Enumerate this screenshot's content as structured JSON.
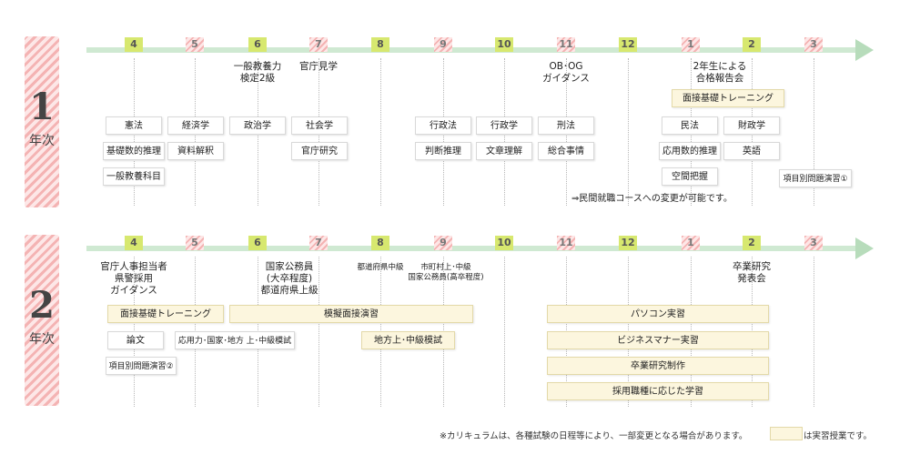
{
  "months": [
    "4",
    "5",
    "6",
    "7",
    "8",
    "9",
    "10",
    "11",
    "12",
    "1",
    "2",
    "3"
  ],
  "year1": {
    "number": "1",
    "label": "年次",
    "notes": {
      "jun": "一般教養力\n検定2級",
      "jul": "官庁見学",
      "nov": "OB･OG\nガイダンス",
      "feb": "2年生による\n合格報告会"
    },
    "banner": "面接基礎トレーニング",
    "items": {
      "kenpo": "憲法",
      "keizaigaku": "経済学",
      "seijigaku": "政治学",
      "shakaigaku": "社会学",
      "gyoseiho": "行政法",
      "gyoseigaku": "行政学",
      "keiho": "刑法",
      "minpo": "民法",
      "zaiseigaku": "財政学",
      "kiso_suiri": "基礎数的推理",
      "shiryo": "資料解釈",
      "kancho_kenkyu": "官庁研究",
      "handan": "判断推理",
      "bunsho": "文章理解",
      "sogo": "総合事情",
      "oyo_suiri": "応用数的推理",
      "eigo": "英語",
      "ippan": "一般教養科目",
      "kukan": "空間把握",
      "komoku1": "項目別問題演習①"
    },
    "change_note": "⇒民間就職コースへの変更が可能です。"
  },
  "year2": {
    "number": "2",
    "label": "年次",
    "notes": {
      "apr": "官庁人事担当者\n県警採用\nガイダンス",
      "jun": "国家公務員\n(大卒程度)\n都道府県上級",
      "aug": "都道府県中級",
      "sep": "市町村上･中級\n国家公務員(高卒程度)",
      "feb": "卒業研究\n発表会"
    },
    "bars": {
      "mensetsu": "面接基礎トレーニング",
      "mogi_mensetsu": "模擬面接演習",
      "pc": "パソコン実習",
      "business": "ビジネスマナー実習",
      "sotsugyo": "卒業研究制作",
      "saiyo": "採用職種に応じた学習",
      "chiho_mogi": "地方上･中級模試"
    },
    "items": {
      "ronbun": "論文",
      "oyo": "応用力･国家･地方 上･中級模試",
      "komoku2": "項目別問題演習②"
    }
  },
  "footer": {
    "note": "※カリキュラムは、各種試験の日程等により、一部変更となる場合があります。",
    "legend": "は実習授業です。"
  },
  "colors": {
    "arrow": "#cfe9d2",
    "month_green": "#d7e86f",
    "month_pink": "#f4b3b3",
    "practice": "#fcf6de"
  }
}
